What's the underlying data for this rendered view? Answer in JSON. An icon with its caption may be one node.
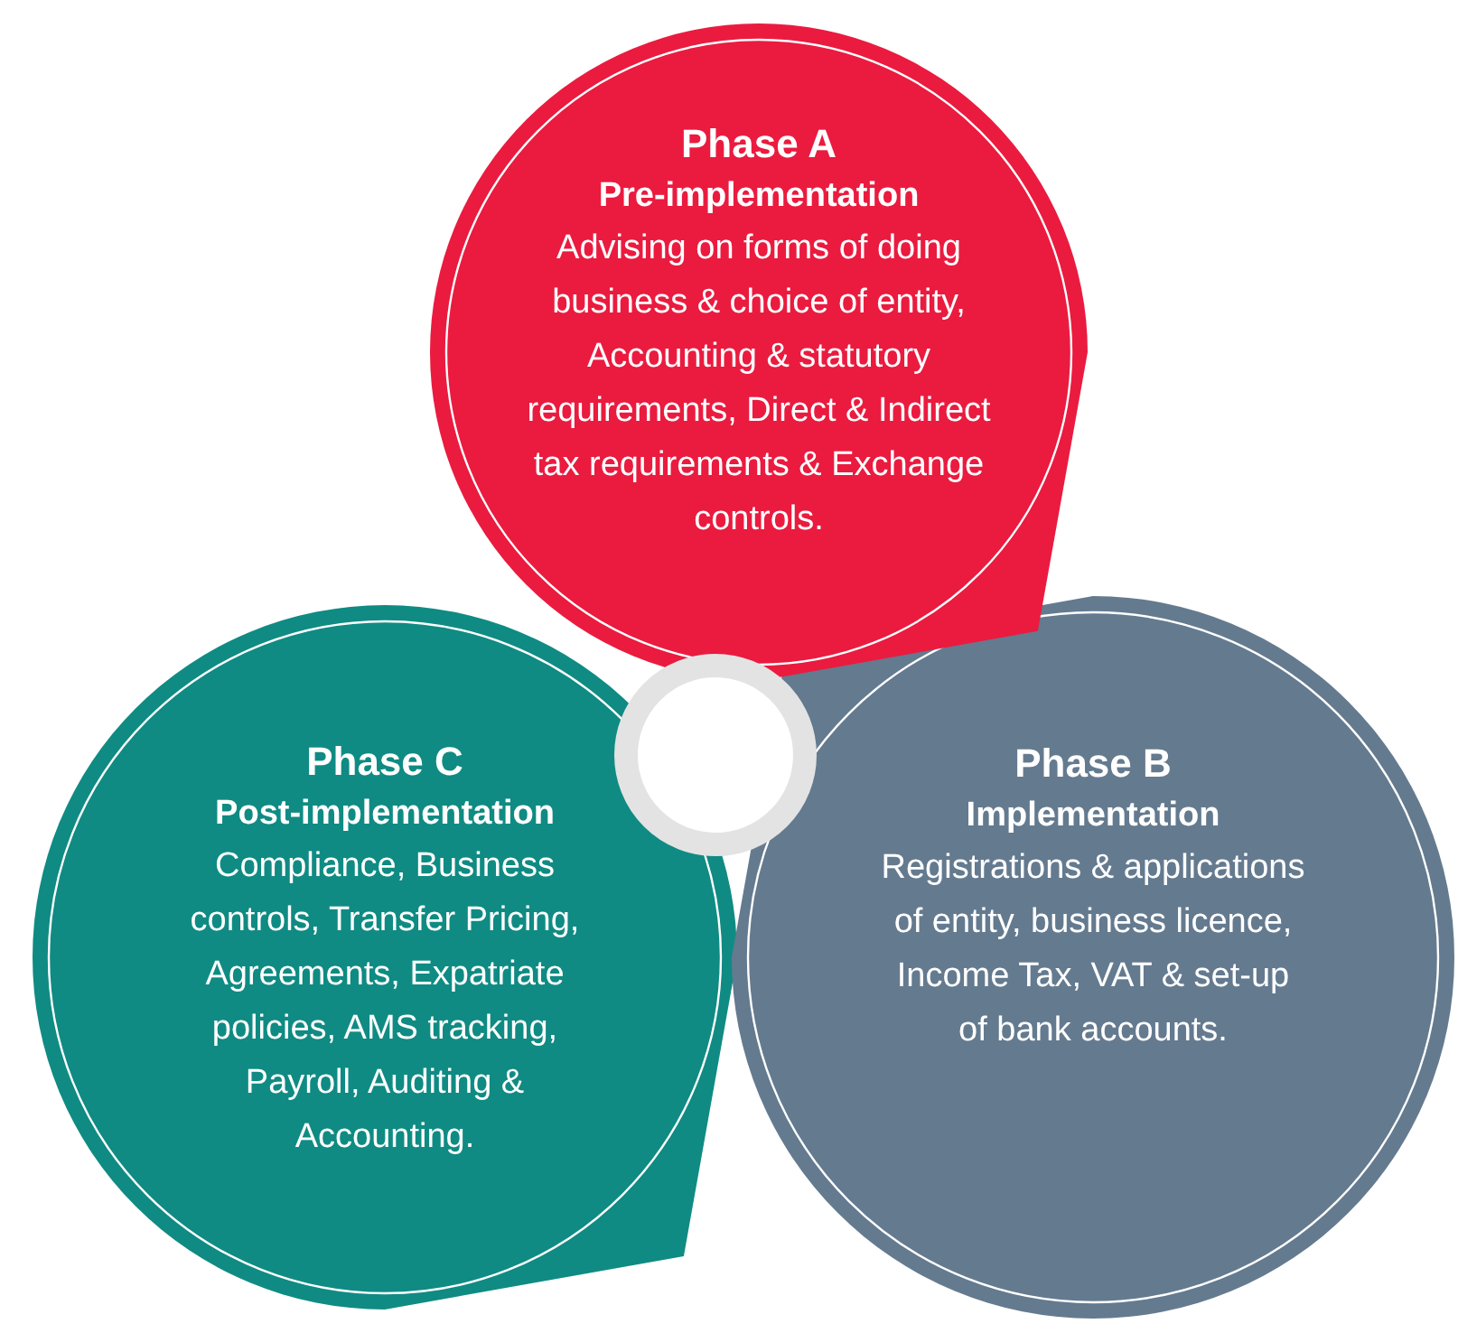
{
  "diagram": {
    "nodes": [
      {
        "text": [
          "Phase A",
          "Pre-implementation",
          "Advising on forms of doing business & choice of entity, Accounting & statutory requirements, Direct & Indirect tax requirements & Exchange controls."
        ]
      },
      {
        "text": [
          "Phase C",
          "Post-implementation",
          "Compliance, Business controls, Transfer Pricing, Agreements, Expatriate policies, AMS tracking, Payroll, Auditing & Accounting."
        ]
      },
      {
        "text": [
          "Phase B",
          "Implementation",
          "Registrations & applications of entity, business licence, Income Tax, VAT & set-up of bank accounts."
        ]
      },
      {
        "text": [],
        "shape": "circle"
      }
    ],
    "edges": []
  }
}
